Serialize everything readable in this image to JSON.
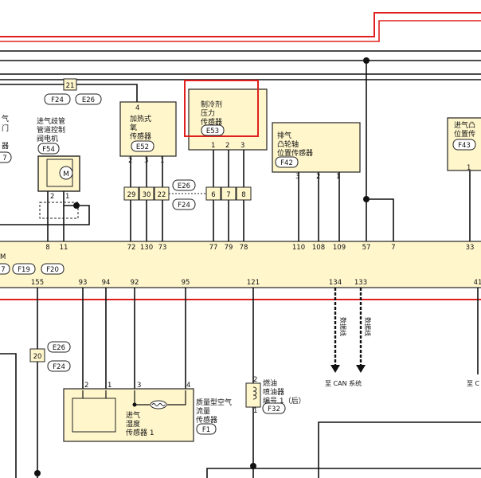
{
  "colors": {
    "red_wire": "#e0201e",
    "box_fill": "#fff6cc",
    "box_stroke": "#222222",
    "highlight": "#e0201e",
    "wire": "#111111"
  },
  "labels": {
    "coolant_sensor_line1": "制冷剂",
    "coolant_sensor_line2": "压力",
    "coolant_sensor_line3": "传感器",
    "coolant_sensor_conn": "E53",
    "o2_heater_line1": "加热式",
    "o2_heater_line2": "氧",
    "o2_heater_line3": "传感器",
    "o2_heater_conn": "E52",
    "exh_cam_line1": "排气",
    "exh_cam_line2": "凸轮轴",
    "exh_cam_line3": "位置传感器",
    "exh_cam_conn": "F42",
    "int_cam_line1": "进气凸",
    "int_cam_line2": "位置传",
    "int_cam_conn": "F43",
    "valve_line1": "进气歧管",
    "valve_line2": "管道控制",
    "valve_line3": "阀电机",
    "valve_conn": "F54",
    "left_frag1": "气",
    "left_frag2": "门",
    "left_frag3": "器",
    "left_frag4": "7",
    "ecm_frag": "M",
    "ecm_conn1": "7",
    "ecm_conn2": "F19",
    "ecm_conn3": "F20",
    "maf_line1": "质量型空气",
    "maf_line2": "流量",
    "maf_line3": "传感器",
    "maf_conn": "F1",
    "hum_line1": "进气",
    "hum_line2": "湿度",
    "hum_line3": "传感器 1",
    "inj_line1": "燃油",
    "inj_line2": "喷油器",
    "inj_line3": "编号 1（后）",
    "inj_conn": "F32",
    "data_line": "数据线",
    "to_can": "至 CAN 系统",
    "to_c_frag": "至 C",
    "top_conn_21": "21",
    "top_conn_F24": "F24",
    "top_conn_E26": "E26",
    "mid_conn_E26": "E26",
    "mid_conn_F24": "F24",
    "left_conn_20": "20",
    "left_conn_E26": "E26",
    "left_conn_F24": "F24"
  },
  "junctions": {
    "j29": "29",
    "j30": "30",
    "j22": "22",
    "j6": "6",
    "j7": "7",
    "j8": "8"
  },
  "pins": {
    "o2_4": "4",
    "o2_2": "2",
    "o2_3": "3",
    "o2_1": "1",
    "coolant_1": "1",
    "coolant_2": "2",
    "coolant_3": "3",
    "exh_3": "3",
    "exh_2": "2",
    "exh_1": "1",
    "int_1": "1",
    "valve_2": "2",
    "valve_1": "1",
    "maf_2": "2",
    "maf_1": "1",
    "maf_3": "3",
    "maf_4": "4",
    "inj_2": "2",
    "inj_1": "1"
  },
  "ecm_top_pins": [
    "8",
    "11",
    "72",
    "130",
    "73",
    "77",
    "79",
    "78",
    "110",
    "108",
    "109",
    "57",
    "7",
    "33"
  ],
  "ecm_bottom_pins": [
    "155",
    "93",
    "94",
    "92",
    "95",
    "121",
    "134",
    "133",
    "41"
  ]
}
